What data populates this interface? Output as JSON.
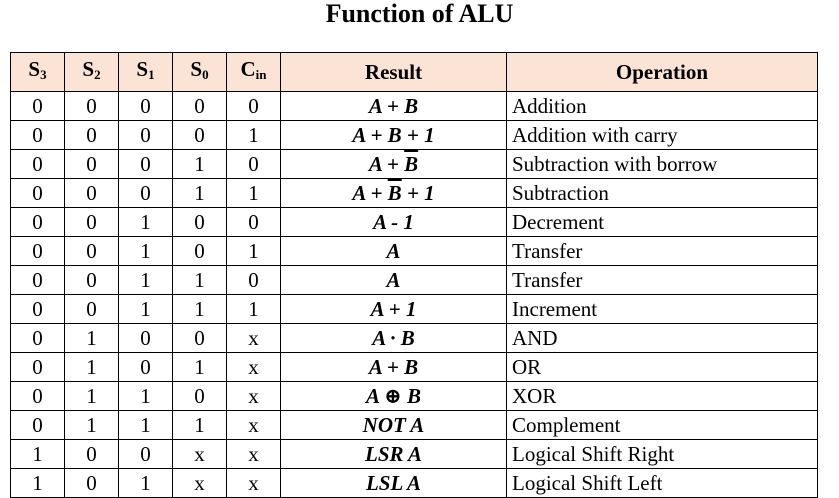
{
  "title": "Function of ALU",
  "columns": {
    "s3": {
      "base": "S",
      "sub": "3"
    },
    "s2": {
      "base": "S",
      "sub": "2"
    },
    "s1": {
      "base": "S",
      "sub": "1"
    },
    "s0": {
      "base": "S",
      "sub": "0"
    },
    "cin": {
      "base": "C",
      "sub": "in"
    },
    "result": "Result",
    "operation": "Operation"
  },
  "rows": [
    {
      "s3": "0",
      "s2": "0",
      "s1": "0",
      "s0": "0",
      "cin": "0",
      "result": [
        {
          "t": "A + B"
        }
      ],
      "operation": "Addition"
    },
    {
      "s3": "0",
      "s2": "0",
      "s1": "0",
      "s0": "0",
      "cin": "1",
      "result": [
        {
          "t": "A + B + 1"
        }
      ],
      "operation": "Addition with carry"
    },
    {
      "s3": "0",
      "s2": "0",
      "s1": "0",
      "s0": "1",
      "cin": "0",
      "result": [
        {
          "t": "A + "
        },
        {
          "t": "B",
          "bar": true
        }
      ],
      "operation": "Subtraction with borrow"
    },
    {
      "s3": "0",
      "s2": "0",
      "s1": "0",
      "s0": "1",
      "cin": "1",
      "result": [
        {
          "t": "A + "
        },
        {
          "t": "B",
          "bar": true
        },
        {
          "t": " + 1"
        }
      ],
      "operation": "Subtraction"
    },
    {
      "s3": "0",
      "s2": "0",
      "s1": "1",
      "s0": "0",
      "cin": "0",
      "result": [
        {
          "t": "A - 1"
        }
      ],
      "operation": "Decrement"
    },
    {
      "s3": "0",
      "s2": "0",
      "s1": "1",
      "s0": "0",
      "cin": "1",
      "result": [
        {
          "t": "A"
        }
      ],
      "operation": "Transfer"
    },
    {
      "s3": "0",
      "s2": "0",
      "s1": "1",
      "s0": "1",
      "cin": "0",
      "result": [
        {
          "t": "A"
        }
      ],
      "operation": "Transfer"
    },
    {
      "s3": "0",
      "s2": "0",
      "s1": "1",
      "s0": "1",
      "cin": "1",
      "result": [
        {
          "t": "A + 1"
        }
      ],
      "operation": "Increment"
    },
    {
      "s3": "0",
      "s2": "1",
      "s1": "0",
      "s0": "0",
      "cin": "x",
      "result": [
        {
          "t": "A · B"
        }
      ],
      "operation": "AND"
    },
    {
      "s3": "0",
      "s2": "1",
      "s1": "0",
      "s0": "1",
      "cin": "x",
      "result": [
        {
          "t": "A + B"
        }
      ],
      "operation": "OR"
    },
    {
      "s3": "0",
      "s2": "1",
      "s1": "1",
      "s0": "0",
      "cin": "x",
      "result": [
        {
          "t": "A ⊕ B"
        }
      ],
      "operation": "XOR"
    },
    {
      "s3": "0",
      "s2": "1",
      "s1": "1",
      "s0": "1",
      "cin": "x",
      "result": [
        {
          "t": "NOT A"
        }
      ],
      "operation": "Complement"
    },
    {
      "s3": "1",
      "s2": "0",
      "s1": "0",
      "s0": "x",
      "cin": "x",
      "result": [
        {
          "t": "LSR A"
        }
      ],
      "operation": "Logical Shift Right"
    },
    {
      "s3": "1",
      "s2": "0",
      "s1": "1",
      "s0": "x",
      "cin": "x",
      "result": [
        {
          "t": "LSL A"
        }
      ],
      "operation": "Logical Shift Left"
    }
  ],
  "colors": {
    "header_bg": "#fbe4d5",
    "border": "#000000"
  }
}
